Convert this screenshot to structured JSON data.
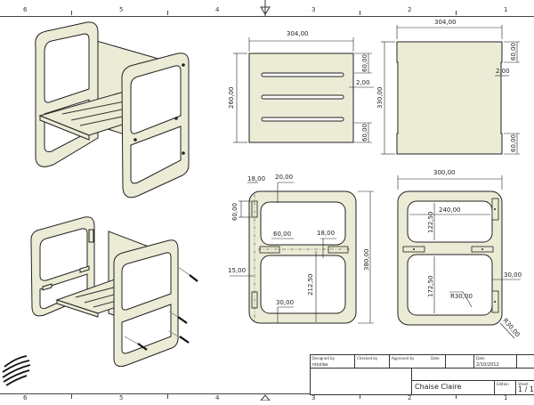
{
  "zones": {
    "top": [
      "6",
      "5",
      "4",
      "3",
      "2",
      "1"
    ],
    "bottom": [
      "6",
      "5",
      "4",
      "3",
      "2",
      "1"
    ]
  },
  "views": {
    "seat_top": {
      "width": "304,00",
      "height": "260,00",
      "notch_top": "60,00",
      "notch_depth": "2,00",
      "notch_bottom": "60,00"
    },
    "back_panel": {
      "width": "304,00",
      "height": "330,00",
      "notch_top": "60,00",
      "notch_depth": "2,00",
      "notch_bottom": "60,00"
    },
    "side_left": {
      "slot_width": "18,00",
      "top_rail": "20,00",
      "slot_length_v": "60,00",
      "slot_length_h": "60,00",
      "slot_width_h": "18,00",
      "edge_offset": "15,00",
      "seat_height": "212,50",
      "bottom_rail": "30,00",
      "overall_height": "380,00"
    },
    "side_right": {
      "overall_width": "300,00",
      "inner_width": "240,00",
      "upper_opening": "122,50",
      "lower_opening": "172,50",
      "side_rail": "30,00",
      "inner_radius": "R30,00",
      "outer_radius": "R30,00"
    }
  },
  "title_block": {
    "designed_by_label": "Designed by",
    "designed_by": "nicolas",
    "checked_by_label": "Checked by",
    "approved_by_label": "Approved by",
    "date_label_1": "Date",
    "date_label_2": "Date",
    "date": "2/10/2012",
    "title": "Chaise Claire",
    "edition_label": "Edition",
    "sheet_label": "Sheet",
    "sheet": "1 / 1"
  },
  "colors": {
    "part_fill": "#ebebd6",
    "line": "#222222",
    "paper": "#ffffff"
  }
}
